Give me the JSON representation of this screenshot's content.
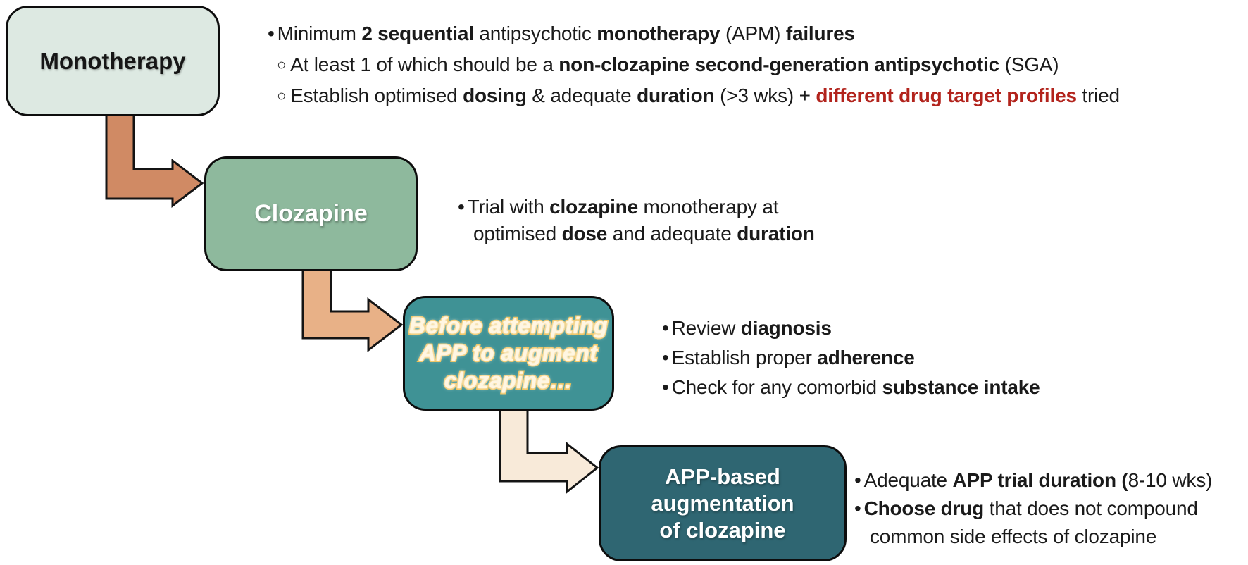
{
  "colors": {
    "box1_fill": "#dde9e2",
    "box2_fill": "#8eb99d",
    "box3_fill": "#3f9295",
    "box4_fill": "#2f6672",
    "arrow1_fill": "#d08a64",
    "arrow2_fill": "#e8b187",
    "arrow3_fill": "#f8ead9",
    "outline": "#0d0d0d",
    "accent_red": "#b2231c",
    "accent_yellow": "#eebd4d"
  },
  "boxes": [
    {
      "label": "Monotherapy"
    },
    {
      "label": "Clozapine"
    },
    {
      "lines": [
        "Before attempting",
        "APP to augment",
        "clozapine…"
      ]
    },
    {
      "lines": [
        "APP-based",
        "augmentation",
        "of clozapine"
      ]
    }
  ],
  "bullet_blocks": [
    {
      "lines": [
        {
          "segments": [
            {
              "t": "•",
              "mk": "dot"
            },
            {
              "t": "Minimum "
            },
            {
              "t": "2 sequential",
              "b": 1
            },
            {
              "t": " antipsychotic "
            },
            {
              "t": "monotherapy",
              "b": 1
            },
            {
              "t": " (APM) "
            },
            {
              "t": "failures",
              "b": 1
            }
          ]
        },
        {
          "segments": [
            {
              "t": "○",
              "mk": "circle"
            },
            {
              "t": "At least 1 of which should be a "
            },
            {
              "t": "non-clozapine second-generation antipsychotic",
              "b": 1
            },
            {
              "t": " (SGA)"
            }
          ]
        },
        {
          "segments": [
            {
              "t": "○",
              "mk": "circle"
            },
            {
              "t": "Establish optimised "
            },
            {
              "t": "dosing",
              "b": 1
            },
            {
              "t": " & adequate "
            },
            {
              "t": "duration",
              "b": 1
            },
            {
              "t": " (>3 wks) + "
            },
            {
              "t": "different drug target profiles",
              "b": 1,
              "c": "#b2231c"
            },
            {
              "t": " tried"
            }
          ]
        }
      ]
    },
    {
      "lines": [
        {
          "segments": [
            {
              "t": "•",
              "mk": "dot"
            },
            {
              "t": "Trial with "
            },
            {
              "t": "clozapine",
              "b": 1
            },
            {
              "t": " monotherapy at"
            }
          ]
        },
        {
          "segments": [
            {
              "t": "optimised "
            },
            {
              "t": "dose",
              "b": 1
            },
            {
              "t": " and adequate "
            },
            {
              "t": "duration",
              "b": 1
            }
          ]
        }
      ]
    },
    {
      "lines": [
        {
          "segments": [
            {
              "t": "•",
              "mk": "dot"
            },
            {
              "t": "Review "
            },
            {
              "t": "diagnosis",
              "b": 1
            }
          ]
        },
        {
          "segments": [
            {
              "t": "•",
              "mk": "dot"
            },
            {
              "t": "Establish proper "
            },
            {
              "t": "adherence",
              "b": 1
            }
          ]
        },
        {
          "segments": [
            {
              "t": "•",
              "mk": "dot"
            },
            {
              "t": "Check for any comorbid "
            },
            {
              "t": "substance intake",
              "b": 1
            }
          ]
        }
      ]
    },
    {
      "lines": [
        {
          "segments": [
            {
              "t": "•",
              "mk": "dot"
            },
            {
              "t": "Adequate "
            },
            {
              "t": "APP trial duration (",
              "b": 1
            },
            {
              "t": "8-10 wks)"
            }
          ]
        },
        {
          "segments": [
            {
              "t": "•",
              "mk": "dot"
            },
            {
              "t": "Choose drug",
              "b": 1
            },
            {
              "t": " that does not compound"
            }
          ]
        },
        {
          "segments": [
            {
              "t": "common side effects of clozapine"
            }
          ]
        }
      ]
    }
  ]
}
